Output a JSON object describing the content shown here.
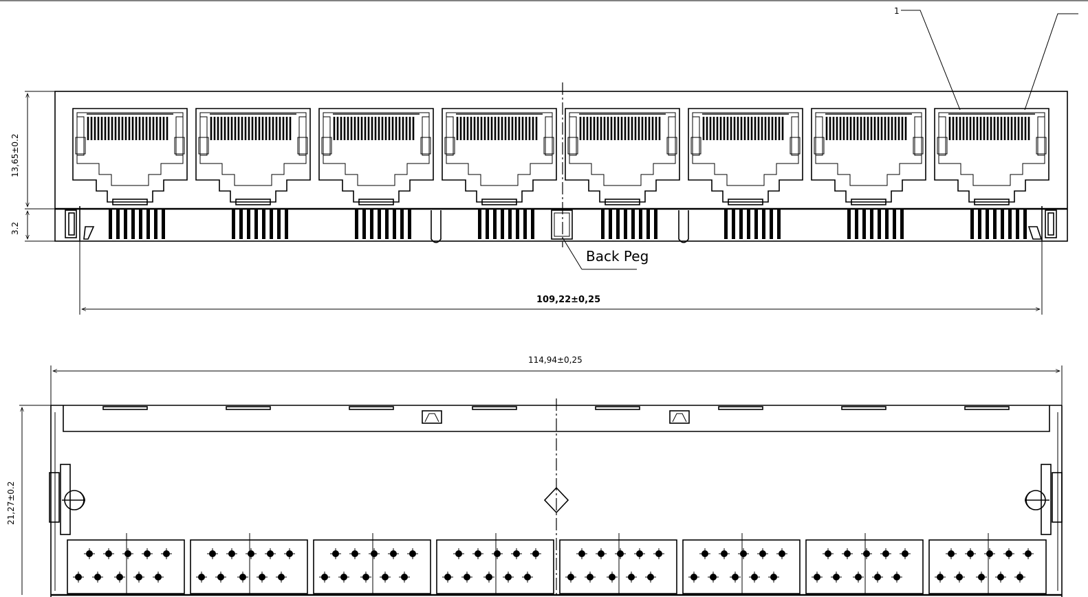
{
  "front_view": {
    "height_dimension": "13,65±0.2",
    "pin_dimension": "3.2",
    "width_dimension": "109,22±0,25",
    "back_peg_label": "Back Peg",
    "callout_1": "1",
    "port_count": 8
  },
  "bottom_view": {
    "width_dimension": "114,94±0,25",
    "height_dimension": "21,27±0.2",
    "port_count": 8
  }
}
